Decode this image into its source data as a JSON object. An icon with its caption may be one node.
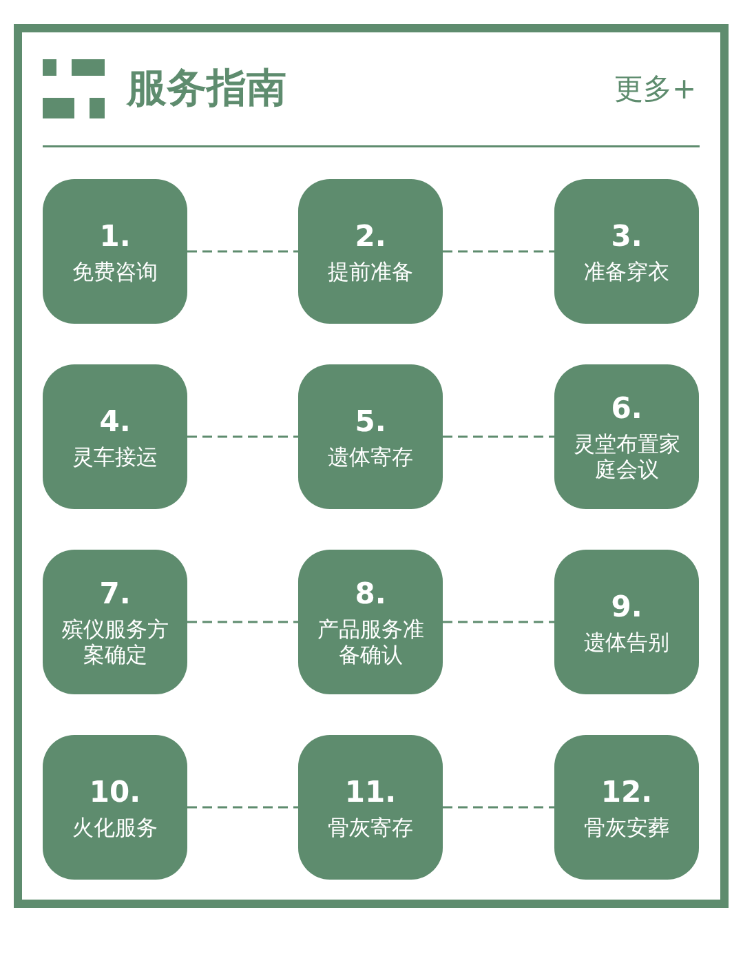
{
  "diagram": {
    "title": "服务指南",
    "nodes": [
      {
        "text": [
          "1.",
          "免费咨询"
        ]
      },
      {
        "text": [
          "2.",
          "提前准备"
        ]
      },
      {
        "text": [
          "3.",
          "准备穿衣"
        ]
      },
      {
        "text": [
          "4.",
          "灵车接运"
        ]
      },
      {
        "text": [
          "5.",
          "遗体寄存"
        ]
      },
      {
        "text": [
          "6.",
          "灵堂布置家庭会议"
        ]
      },
      {
        "text": [
          "7.",
          "殡仪服务方案确定"
        ]
      },
      {
        "text": [
          "8.",
          "产品服务准备确认"
        ]
      },
      {
        "text": [
          "9.",
          "遗体告别"
        ]
      },
      {
        "text": [
          "10.",
          "火化服务"
        ]
      },
      {
        "text": [
          "11.",
          "骨灰寄存"
        ]
      },
      {
        "text": [
          "12.",
          "骨灰安葬"
        ]
      }
    ],
    "edges": [
      {
        "from": 0,
        "to": 1,
        "arrow": "none",
        "style": "dashed"
      },
      {
        "from": 1,
        "to": 2,
        "arrow": "none",
        "style": "dashed"
      },
      {
        "from": 3,
        "to": 4,
        "arrow": "none",
        "style": "dashed"
      },
      {
        "from": 4,
        "to": 5,
        "arrow": "none",
        "style": "dashed"
      },
      {
        "from": 6,
        "to": 7,
        "arrow": "none",
        "style": "dashed"
      },
      {
        "from": 7,
        "to": 8,
        "arrow": "none",
        "style": "dashed"
      },
      {
        "from": 9,
        "to": 10,
        "arrow": "none",
        "style": "dashed"
      },
      {
        "from": 10,
        "to": 11,
        "arrow": "none",
        "style": "dashed"
      }
    ],
    "labels": [
      "更多+"
    ]
  }
}
